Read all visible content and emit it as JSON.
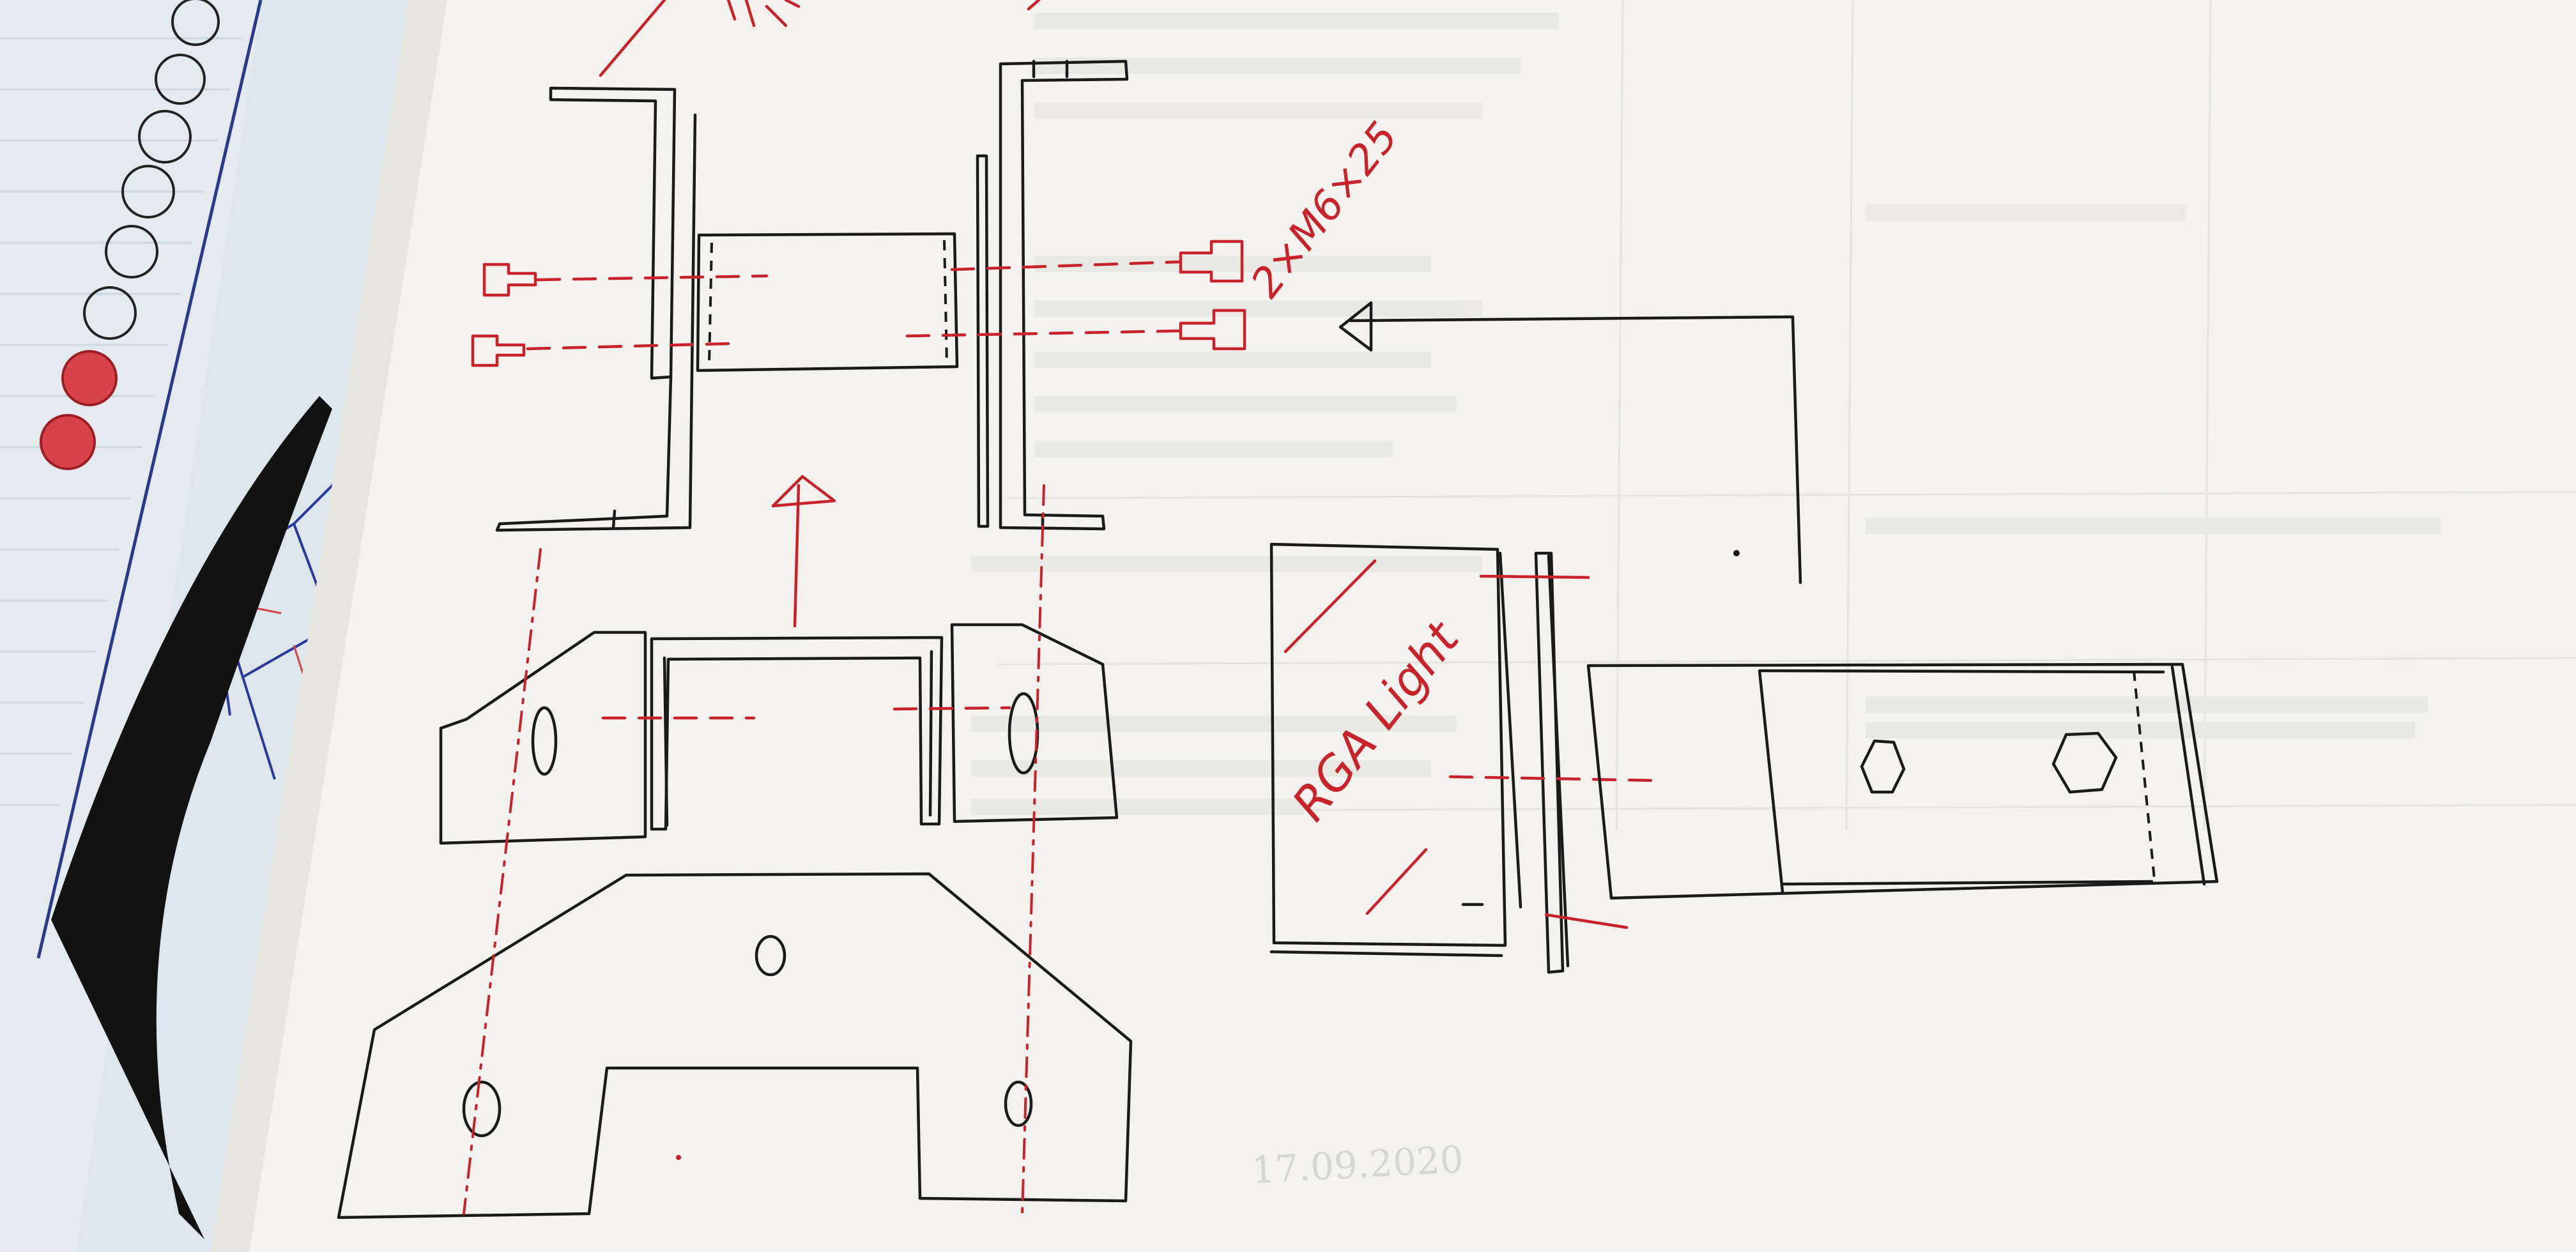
{
  "annotations": {
    "bolt_spec": "2×M6×25",
    "light_label": "RGA Light",
    "date": "17.09.2020"
  },
  "colors": {
    "ink_black": "#1a1a1a",
    "ink_red": "#c8232a",
    "paper": "#f3f2ee",
    "notebook_blue": "#dce7ec"
  }
}
